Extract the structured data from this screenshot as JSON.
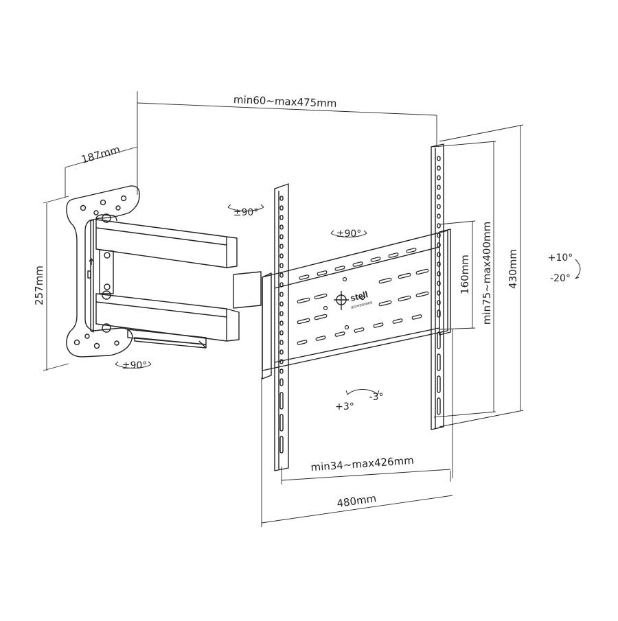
{
  "dimensions": {
    "arm_reach": "min60~max475mm",
    "wall_plate_depth": "187mm",
    "wall_plate_height": "257mm",
    "vesa_vertical": "160mm",
    "vesa_vertical_range": "min75~max400mm",
    "bracket_height": "430mm",
    "vesa_horizontal_range": "min34~max426mm",
    "bracket_width": "480mm"
  },
  "rotations": {
    "wall_swivel_top": "±90°",
    "wall_swivel_bottom": "±90°",
    "arm_swivel": "±90°",
    "tilt_up": "+10°",
    "tilt_down": "-20°",
    "level_plus": "+3°",
    "level_minus": "-3°"
  },
  "logo": {
    "brand": "stell",
    "tagline": "accessories"
  },
  "colors": {
    "line": "#222222",
    "background": "#ffffff"
  }
}
